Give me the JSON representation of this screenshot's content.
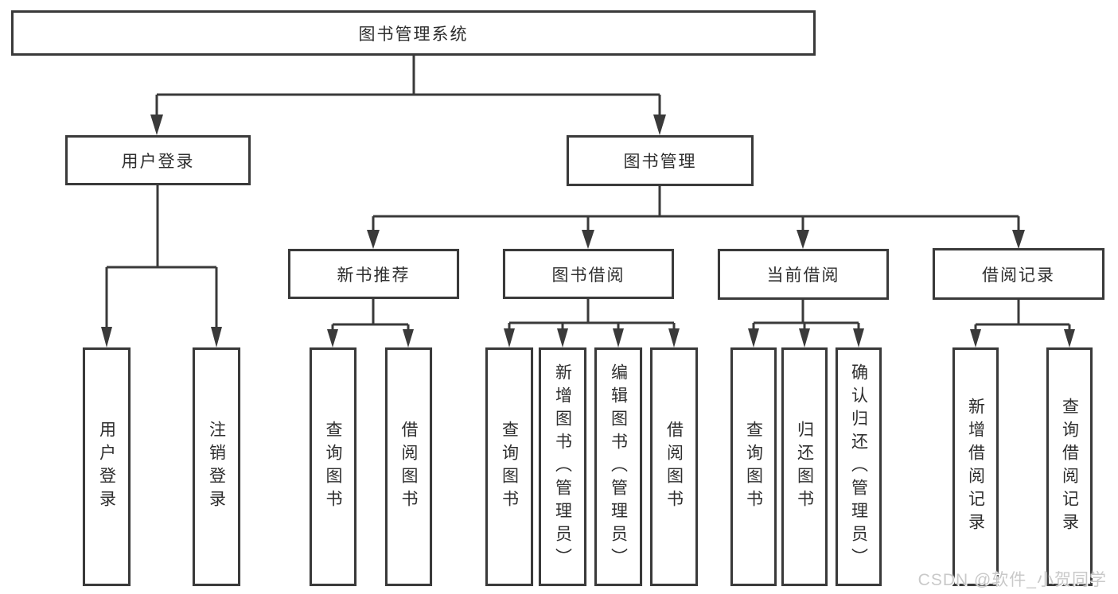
{
  "diagram_title": "图书管理系统",
  "nodes": {
    "root": {
      "label": "图书管理系统"
    },
    "user_login": {
      "label": "用户登录"
    },
    "book_mgmt": {
      "label": "图书管理"
    },
    "user_login_leaf": {
      "label": "用户登录"
    },
    "logout_leaf": {
      "label": "注销登录"
    },
    "new_book_rec": {
      "label": "新书推荐"
    },
    "book_borrow": {
      "label": "图书借阅"
    },
    "current_borrow": {
      "label": "当前借阅"
    },
    "borrow_record": {
      "label": "借阅记录"
    },
    "nbr_query": {
      "label": "查询图书"
    },
    "nbr_borrow": {
      "label": "借阅图书"
    },
    "bb_query": {
      "label": "查询图书"
    },
    "bb_add": {
      "label": "新增图书（管理员）"
    },
    "bb_edit": {
      "label": "编辑图书（管理员）"
    },
    "bb_borrow": {
      "label": "借阅图书"
    },
    "cb_query": {
      "label": "查询图书"
    },
    "cb_return": {
      "label": "归还图书"
    },
    "cb_confirm": {
      "label": "确认归还（管理员）"
    },
    "br_add": {
      "label": "新增借阅记录"
    },
    "br_query": {
      "label": "查询借阅记录"
    }
  },
  "watermark": {
    "text": "CSDN @软件_小贺同学"
  },
  "colors": {
    "line": "#3a3a3a",
    "text": "#2e2e2e",
    "watermark": "#c9c9c9",
    "background": "#ffffff"
  }
}
